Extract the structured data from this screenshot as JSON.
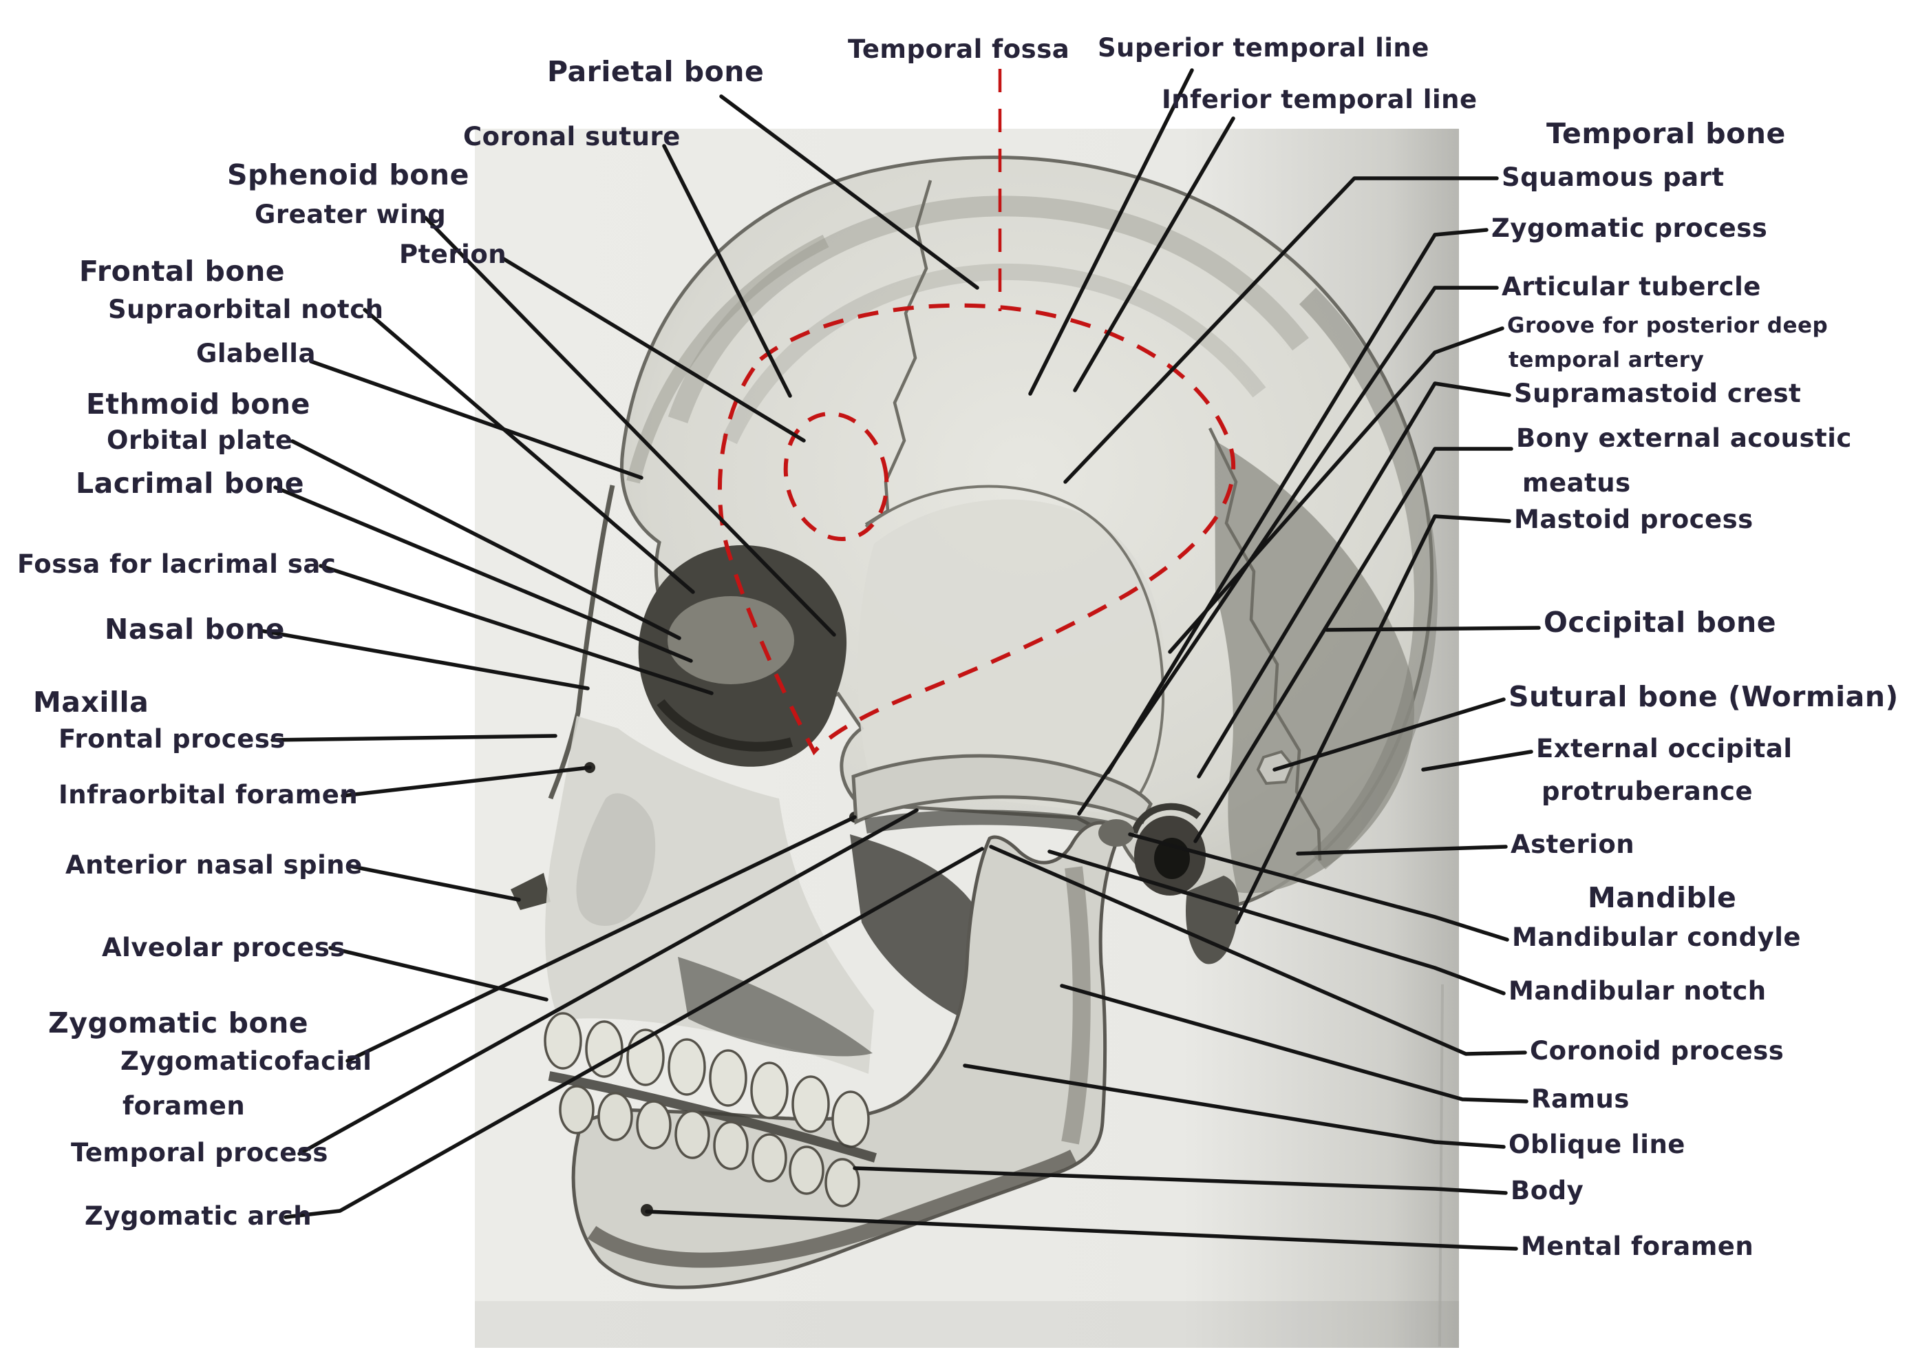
{
  "figure": {
    "subject": "Human skull, lateral (side) view - labeled pencil sketch",
    "style": "hand-drawn pencil sketch on gray paper with annotation labels"
  },
  "colors": {
    "label_text": "#262338",
    "leader_line": "#141414",
    "accent_red": "#c41414",
    "paper": "#e9e9e5",
    "paper_shadow": "#b7b7b2",
    "pencil_dark": "#3a3a35",
    "pencil_mid": "#8f8f88",
    "pencil_light": "#d6d6cf"
  },
  "annotations": {
    "top": {
      "parietal_bone": {
        "text": "Parietal bone",
        "bold": true
      },
      "coronal_suture": {
        "text": "Coronal suture"
      },
      "temporal_fossa": {
        "text": "Temporal fossa"
      },
      "superior_temporal_line": {
        "text": "Superior temporal line"
      },
      "inferior_temporal_line": {
        "text": "Inferior temporal line"
      },
      "pterion": {
        "text": "Pterion"
      }
    },
    "left": {
      "sphenoid_bone": {
        "text": "Sphenoid bone",
        "bold": true
      },
      "greater_wing": {
        "text": "Greater wing"
      },
      "frontal_bone": {
        "text": "Frontal bone",
        "bold": true
      },
      "supraorbital_notch": {
        "text": "Supraorbital notch"
      },
      "glabella": {
        "text": "Glabella"
      },
      "ethmoid_bone": {
        "text": "Ethmoid bone",
        "bold": true
      },
      "orbital_plate": {
        "text": "Orbital plate"
      },
      "lacrimal_bone": {
        "text": "Lacrimal bone",
        "bold": true
      },
      "fossa_for_lacrimal_sac": {
        "text": "Fossa for lacrimal sac"
      },
      "nasal_bone": {
        "text": "Nasal bone",
        "bold": true
      },
      "maxilla": {
        "text": "Maxilla",
        "bold": true
      },
      "frontal_process": {
        "text": "Frontal process"
      },
      "infraorbital_foramen": {
        "text": "Infraorbital foramen"
      },
      "anterior_nasal_spine": {
        "text": "Anterior nasal spine"
      },
      "alveolar_process": {
        "text": "Alveolar process"
      },
      "zygomatic_bone": {
        "text": "Zygomatic bone",
        "bold": true
      },
      "zygomaticofacial_foramen_l1": {
        "text": "Zygomaticofacial"
      },
      "zygomaticofacial_foramen_l2": {
        "text": "foramen"
      },
      "temporal_process": {
        "text": "Temporal process"
      },
      "zygomatic_arch": {
        "text": "Zygomatic arch"
      }
    },
    "right": {
      "temporal_bone": {
        "text": "Temporal bone",
        "bold": true
      },
      "squamous_part": {
        "text": "Squamous part"
      },
      "zygomatic_process": {
        "text": "Zygomatic process"
      },
      "articular_tubercle": {
        "text": "Articular tubercle"
      },
      "groove_posterior_deep_l1": {
        "text": "Groove for posterior deep"
      },
      "groove_posterior_deep_l2": {
        "text": "temporal artery"
      },
      "supramastoid_crest": {
        "text": "Supramastoid crest"
      },
      "bony_external_acoustic_l1": {
        "text": "Bony external acoustic"
      },
      "bony_external_acoustic_l2": {
        "text": "meatus"
      },
      "mastoid_process": {
        "text": "Mastoid process"
      },
      "occipital_bone": {
        "text": "Occipital bone",
        "bold": true
      },
      "sutural_bone": {
        "text": "Sutural bone (Wormian)",
        "bold": true
      },
      "external_occipital_l1": {
        "text": "External occipital"
      },
      "external_occipital_l2": {
        "text": "protruberance"
      },
      "asterion": {
        "text": "Asterion"
      },
      "mandible": {
        "text": "Mandible",
        "bold": true
      },
      "mandibular_condyle": {
        "text": "Mandibular condyle"
      },
      "mandibular_notch": {
        "text": "Mandibular notch"
      },
      "coronoid_process": {
        "text": "Coronoid process"
      },
      "ramus": {
        "text": "Ramus"
      },
      "oblique_line": {
        "text": "Oblique line"
      },
      "body": {
        "text": "Body"
      },
      "mental_foramen": {
        "text": "Mental foramen"
      }
    }
  }
}
